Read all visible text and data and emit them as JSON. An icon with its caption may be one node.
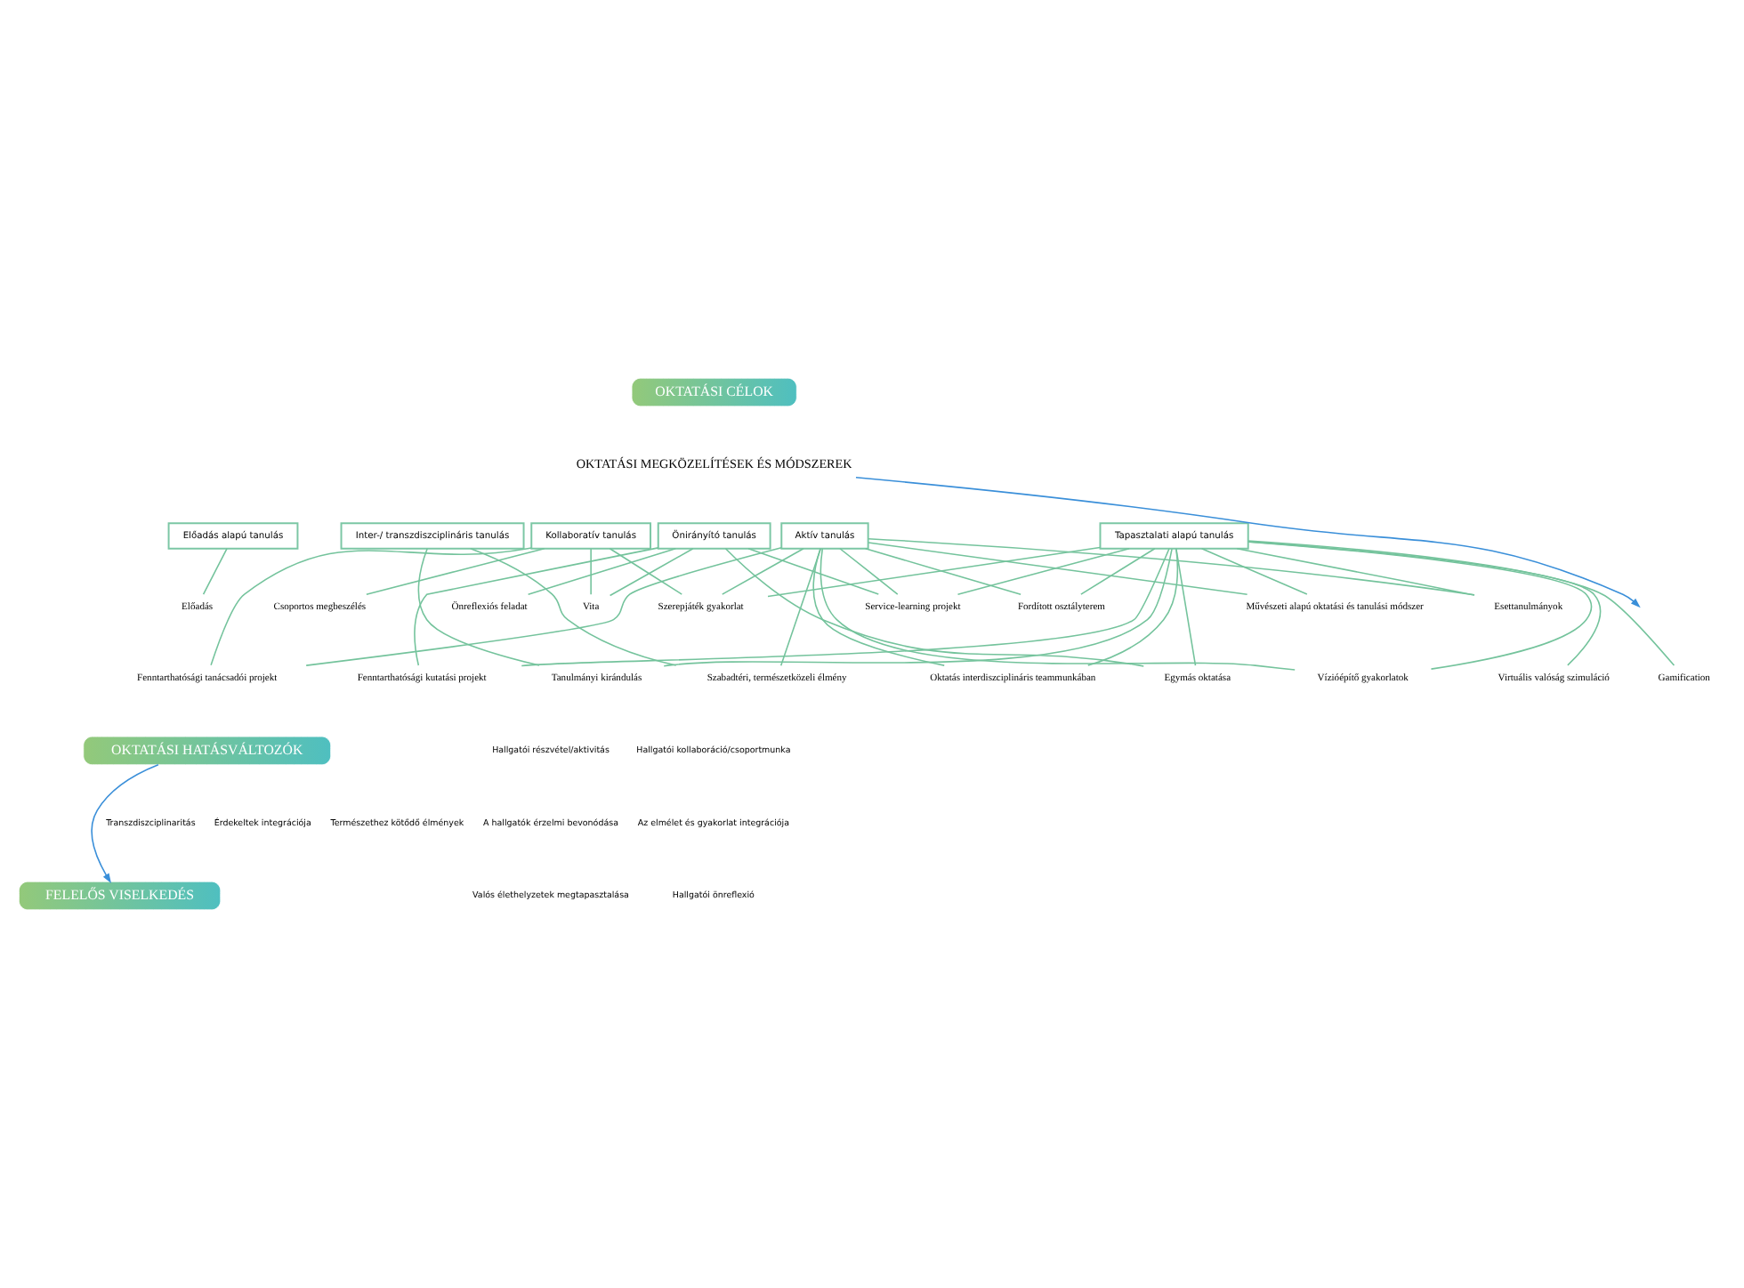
{
  "diagram": {
    "nodes": [
      {
        "text": [
          "OKTATÁSI CÉLOK"
        ]
      },
      {
        "text": [
          "OKTATÁSI MEGKÖZELÍTÉSEK ÉS MÓDSZEREK"
        ]
      },
      {
        "text": [
          "Előadás alapú tanulás"
        ]
      },
      {
        "text": [
          "Kollaboratív tanulás"
        ]
      },
      {
        "text": [
          "Önirányító tanulás"
        ]
      },
      {
        "text": [
          "Aktív tanulás"
        ]
      },
      {
        "text": [
          "Tapasztalati alapú tanulás"
        ]
      },
      {
        "text": [
          "Inter-/ transzdiszciplináris tanulás"
        ]
      },
      {
        "text": [
          "Előadás"
        ]
      },
      {
        "text": [
          "Csoportos megbeszélés"
        ]
      },
      {
        "text": [
          "Szerepjáték gyakorlat"
        ]
      },
      {
        "text": [
          "Fordított osztályterem"
        ]
      },
      {
        "text": [
          "Önreflexiós feladat"
        ]
      },
      {
        "text": [
          "Vita"
        ]
      },
      {
        "text": [
          "Esettanulmányok"
        ]
      },
      {
        "text": [
          "Service-learning projekt"
        ]
      },
      {
        "text": [
          "Művészeti alapú oktatási és tanulási módszer"
        ]
      },
      {
        "text": [
          "Fenntarthatósági tanácsadói projekt"
        ]
      },
      {
        "text": [
          "Fenntarthatósági kutatási projekt"
        ]
      },
      {
        "text": [
          "Szabadtéri, természetközeli élmény"
        ]
      },
      {
        "text": [
          "Egymás oktatása"
        ]
      },
      {
        "text": [
          "Tanulmányi kirándulás"
        ]
      },
      {
        "text": [
          "Oktatás interdiszciplináris teammunkában"
        ]
      },
      {
        "text": [
          "Gamification"
        ]
      },
      {
        "text": [
          "Virtuális valóság szimuláció"
        ]
      },
      {
        "text": [
          "Vízióépítő gyakorlatok"
        ]
      },
      {
        "text": [
          "OKTATÁSI HATÁSVÁLTOZÓK"
        ]
      },
      {
        "text": [
          "FELELŐS VISELKEDÉS"
        ]
      }
    ],
    "edges": [
      {
        "from": 1,
        "to": null,
        "arrow": "to",
        "color": "#3a8fd9"
      },
      {
        "from": 2,
        "to": 8,
        "arrow": "none"
      },
      {
        "from": 3,
        "to": 9,
        "arrow": "none"
      },
      {
        "from": 3,
        "to": 10,
        "arrow": "none"
      },
      {
        "from": 3,
        "to": 17,
        "arrow": "none"
      },
      {
        "from": 3,
        "to": 13,
        "arrow": "none"
      },
      {
        "from": 4,
        "to": 12,
        "arrow": "none"
      },
      {
        "from": 4,
        "to": 13,
        "arrow": "none"
      },
      {
        "from": 4,
        "to": 18,
        "arrow": "none"
      },
      {
        "from": 4,
        "to": 15,
        "arrow": "none"
      },
      {
        "from": 4,
        "to": 20,
        "arrow": "none"
      },
      {
        "from": 5,
        "to": 10,
        "arrow": "none"
      },
      {
        "from": 5,
        "to": 11,
        "arrow": "none"
      },
      {
        "from": 5,
        "to": 14,
        "arrow": "none"
      },
      {
        "from": 5,
        "to": 17,
        "arrow": "none"
      },
      {
        "from": 5,
        "to": 15,
        "arrow": "none"
      },
      {
        "from": 5,
        "to": 19,
        "arrow": "none"
      },
      {
        "from": 5,
        "to": 16,
        "arrow": "none"
      },
      {
        "from": 5,
        "to": 25,
        "arrow": "none"
      },
      {
        "from": 5,
        "to": 22,
        "arrow": "none"
      },
      {
        "from": 6,
        "to": 10,
        "arrow": "none"
      },
      {
        "from": 6,
        "to": 11,
        "arrow": "none"
      },
      {
        "from": 6,
        "to": 14,
        "arrow": "none"
      },
      {
        "from": 6,
        "to": 18,
        "arrow": "none"
      },
      {
        "from": 6,
        "to": 15,
        "arrow": "none"
      },
      {
        "from": 6,
        "to": 16,
        "arrow": "none"
      },
      {
        "from": 6,
        "to": 25,
        "arrow": "none"
      },
      {
        "from": 6,
        "to": 20,
        "arrow": "none"
      },
      {
        "from": 6,
        "to": 24,
        "arrow": "none"
      },
      {
        "from": 6,
        "to": 23,
        "arrow": "none"
      },
      {
        "from": 6,
        "to": 22,
        "arrow": "none"
      },
      {
        "from": 6,
        "to": 21,
        "arrow": "none"
      },
      {
        "from": 7,
        "to": 21,
        "arrow": "none"
      },
      {
        "from": 7,
        "to": 19,
        "arrow": "none"
      },
      {
        "from": 26,
        "to": 27,
        "arrow": "to",
        "color": "#3a8fd9"
      }
    ],
    "labels": [
      "Hallgatói részvétel/aktivitás",
      "A hallgatók érzelmi bevonódása",
      "Valós élethelyzetek megtapasztalása",
      "Hallgatói kollaboráció/csoportmunka",
      "Az elmélet és gyakorlat integrációja",
      "Hallgatói önreflexió",
      "Transzdiszciplinaritás",
      "Érdekeltek integrációja",
      "Természethez kötődő élmények"
    ]
  }
}
